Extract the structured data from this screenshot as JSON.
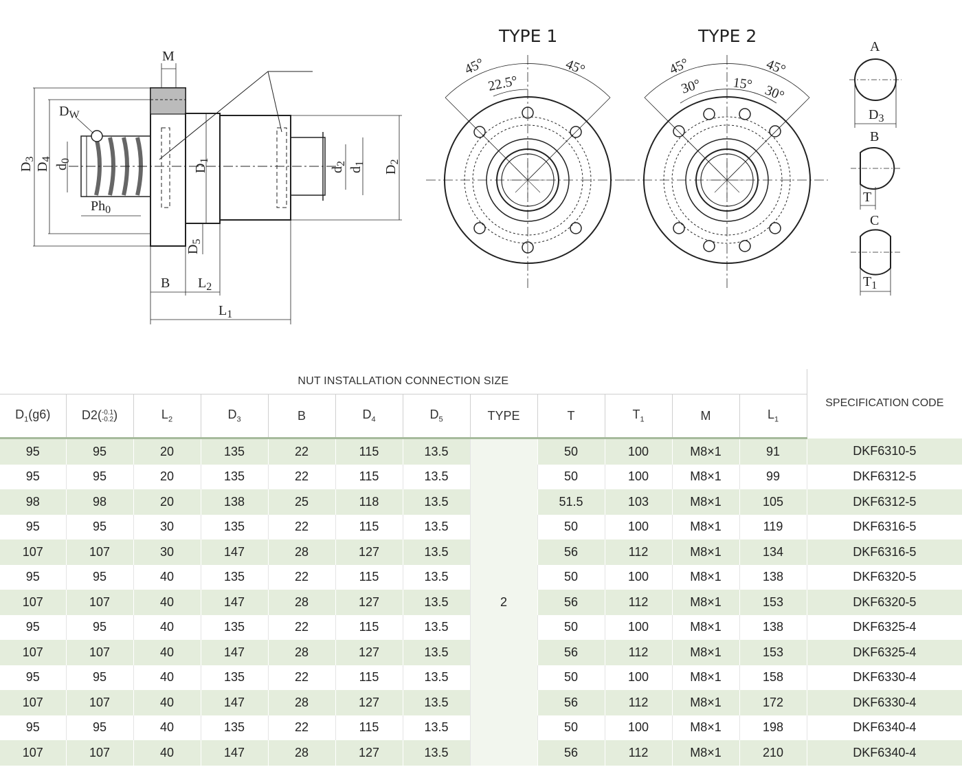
{
  "drawing": {
    "type1_title": "TYPE 1",
    "type2_title": "TYPE 2",
    "side_labels": {
      "M": "M",
      "Dw": "D",
      "Dw_sub": "W",
      "D3": "D",
      "D3_sub": "3",
      "D4": "D",
      "D4_sub": "4",
      "d0": "d",
      "d0_sub": "0",
      "D1": "D",
      "D1_sub": "1",
      "d2": "d",
      "d2_sub": "2",
      "d1": "d",
      "d1_sub": "1",
      "D2": "D",
      "D2_sub": "2",
      "Ph0": "Ph",
      "Ph0_sub": "0",
      "D5": "D",
      "D5_sub": "5",
      "B": "B",
      "L2": "L",
      "L2_sub": "2",
      "L1": "L",
      "L1_sub": "1"
    },
    "type1_angles": [
      "45°",
      "45°",
      "22.5°"
    ],
    "type2_angles": [
      "45°",
      "45°",
      "30°",
      "15°",
      "30°"
    ],
    "shape_labels": {
      "A": "A",
      "D3": "D",
      "D3_sub": "3",
      "B": "B",
      "T": "T",
      "C": "C",
      "T1": "T",
      "T1_sub": "1"
    }
  },
  "table": {
    "group_title": "NUT INSTALLATION CONNECTION SIZE",
    "spec_header": "SPECIFICATION CODE",
    "columns": [
      {
        "main": "D",
        "sub": "1",
        "suffix": "(g6)"
      },
      {
        "main": "D2(",
        "sup": "-0.1",
        "sub": "-0.2",
        "suffix": ")"
      },
      {
        "main": "L",
        "sub": "2"
      },
      {
        "main": "D",
        "sub": "3"
      },
      {
        "main": "B"
      },
      {
        "main": "D",
        "sub": "4"
      },
      {
        "main": "D",
        "sub": "5"
      },
      {
        "main": "TYPE"
      },
      {
        "main": "T"
      },
      {
        "main": "T",
        "sub": "1"
      },
      {
        "main": "M"
      },
      {
        "main": "L",
        "sub": "1"
      }
    ],
    "type_value": "2",
    "rows": [
      [
        "95",
        "95",
        "20",
        "135",
        "22",
        "115",
        "13.5",
        "50",
        "100",
        "M8×1",
        "91",
        "DKF6310-5"
      ],
      [
        "95",
        "95",
        "20",
        "135",
        "22",
        "115",
        "13.5",
        "50",
        "100",
        "M8×1",
        "99",
        "DKF6312-5"
      ],
      [
        "98",
        "98",
        "20",
        "138",
        "25",
        "118",
        "13.5",
        "51.5",
        "103",
        "M8×1",
        "105",
        "DKF6312-5"
      ],
      [
        "95",
        "95",
        "30",
        "135",
        "22",
        "115",
        "13.5",
        "50",
        "100",
        "M8×1",
        "119",
        "DKF6316-5"
      ],
      [
        "107",
        "107",
        "30",
        "147",
        "28",
        "127",
        "13.5",
        "56",
        "112",
        "M8×1",
        "134",
        "DKF6316-5"
      ],
      [
        "95",
        "95",
        "40",
        "135",
        "22",
        "115",
        "13.5",
        "50",
        "100",
        "M8×1",
        "138",
        "DKF6320-5"
      ],
      [
        "107",
        "107",
        "40",
        "147",
        "28",
        "127",
        "13.5",
        "56",
        "112",
        "M8×1",
        "153",
        "DKF6320-5"
      ],
      [
        "95",
        "95",
        "40",
        "135",
        "22",
        "115",
        "13.5",
        "50",
        "100",
        "M8×1",
        "138",
        "DKF6325-4"
      ],
      [
        "107",
        "107",
        "40",
        "147",
        "28",
        "127",
        "13.5",
        "56",
        "112",
        "M8×1",
        "153",
        "DKF6325-4"
      ],
      [
        "95",
        "95",
        "40",
        "135",
        "22",
        "115",
        "13.5",
        "50",
        "100",
        "M8×1",
        "158",
        "DKF6330-4"
      ],
      [
        "107",
        "107",
        "40",
        "147",
        "28",
        "127",
        "13.5",
        "56",
        "112",
        "M8×1",
        "172",
        "DKF6330-4"
      ],
      [
        "95",
        "95",
        "40",
        "135",
        "22",
        "115",
        "13.5",
        "50",
        "100",
        "M8×1",
        "198",
        "DKF6340-4"
      ],
      [
        "107",
        "107",
        "40",
        "147",
        "28",
        "127",
        "13.5",
        "56",
        "112",
        "M8×1",
        "210",
        "DKF6340-4"
      ]
    ],
    "colors": {
      "stripe": "#e4eddc",
      "header_rule": "#a6bb9c"
    }
  }
}
